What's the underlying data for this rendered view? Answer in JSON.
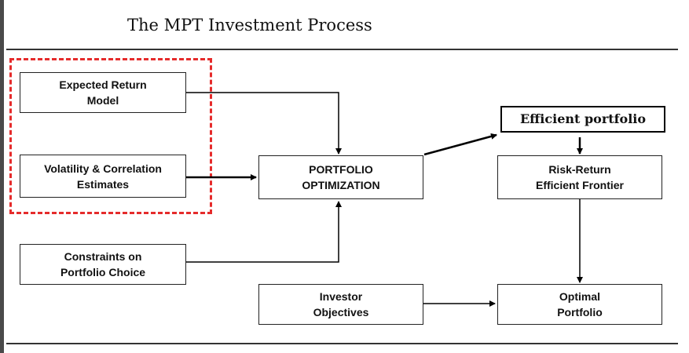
{
  "title": "The MPT Investment Process",
  "boxes": {
    "expected_return": "Expected Return\nModel",
    "volatility": "Volatility & Correlation\nEstimates",
    "constraints": "Constraints on\nPortfolio Choice",
    "portfolio_optimization": "PORTFOLIO\nOPTIMIZATION",
    "efficient_portfolio": "Efficient portfolio",
    "risk_return": "Risk-Return\nEfficient Frontier",
    "investor_objectives": "Investor\nObjectives",
    "optimal_portfolio": "Optimal\nPortfolio"
  },
  "colors": {
    "highlight_dashes": "#e52b2b",
    "lines": "#000000"
  }
}
